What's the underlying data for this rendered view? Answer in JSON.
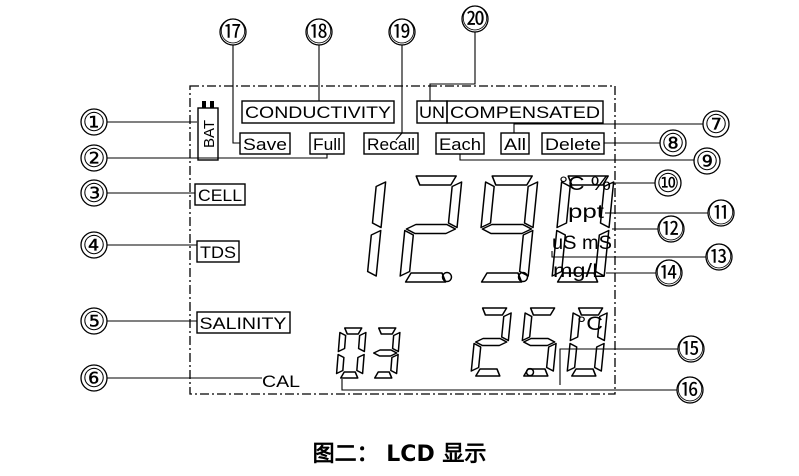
{
  "caption": "图二： LCD 显示",
  "battery": {
    "text": "BAT"
  },
  "indicators": {
    "conductivity": "CONDUCTIVITY",
    "uncompensated_un": "UN",
    "uncompensated_rest": "COMPENSATED",
    "save": "Save",
    "full": "Full",
    "recall": "Recall",
    "each": "Each",
    "all": "All",
    "delete": "Delete",
    "cell": "CELL",
    "tds": "TDS",
    "salinity": "SALINITY",
    "cal": "CAL"
  },
  "units": {
    "celsius_percent": "°C %",
    "ppt": "ppt",
    "us_ms": "uS mS",
    "mg_l": "mg/L",
    "temp_c": "°C"
  },
  "readings": {
    "main": "12.9.0",
    "cal_number": "03",
    "temperature": "25.0"
  },
  "callouts": [
    "①",
    "②",
    "③",
    "④",
    "⑤",
    "⑥",
    "⑦",
    "⑧",
    "⑨",
    "⑩",
    "⑪",
    "⑫",
    "⑬",
    "⑭",
    "⑮",
    "⑯",
    "⑰",
    "⑱",
    "⑲",
    "⑳"
  ],
  "colors": {
    "ink": "#000000",
    "background": "#ffffff"
  }
}
